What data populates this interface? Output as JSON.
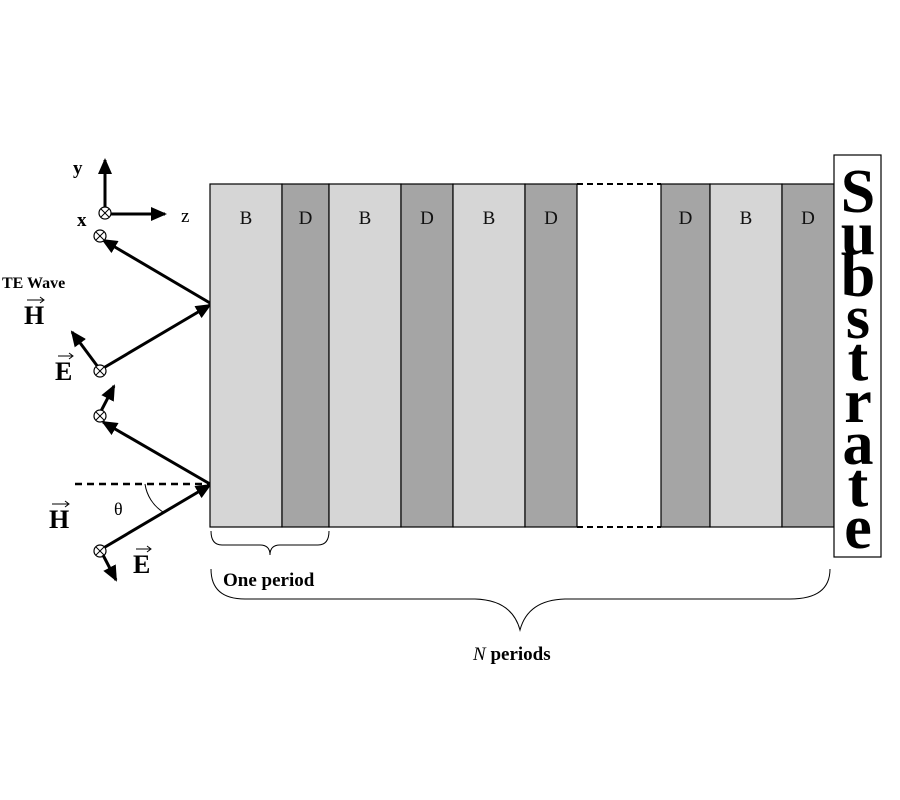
{
  "axes": {
    "y_label": "y",
    "x_label": "x",
    "z_label": "z"
  },
  "wave": {
    "title": "TE Wave",
    "h_vector_label": "H",
    "e_vector_label": "E",
    "angle_label": "θ",
    "incident": {
      "h_label": "H",
      "e_label": "E"
    },
    "reflected": {
      "h_label": "H",
      "e_label": "E"
    }
  },
  "colors": {
    "B_layer": "#d6d6d6",
    "D_layer": "#a5a5a5",
    "outline": "#000000",
    "background": "#ffffff"
  },
  "layers": [
    {
      "label": "B",
      "type": "B"
    },
    {
      "label": "D",
      "type": "D"
    },
    {
      "label": "B",
      "type": "B"
    },
    {
      "label": "D",
      "type": "D"
    },
    {
      "label": "B",
      "type": "B"
    },
    {
      "label": "D",
      "type": "D"
    },
    {
      "label": "",
      "type": "gap"
    },
    {
      "label": "D",
      "type": "D"
    },
    {
      "label": "B",
      "type": "B"
    },
    {
      "label": "D",
      "type": "D"
    }
  ],
  "substrate": {
    "label": "Substrate",
    "letters": [
      "S",
      "u",
      "b",
      "s",
      "t",
      "r",
      "a",
      "t",
      "e"
    ]
  },
  "braces": {
    "one_period": "One period",
    "n_periods_var": "N",
    "n_periods_text": " periods"
  }
}
